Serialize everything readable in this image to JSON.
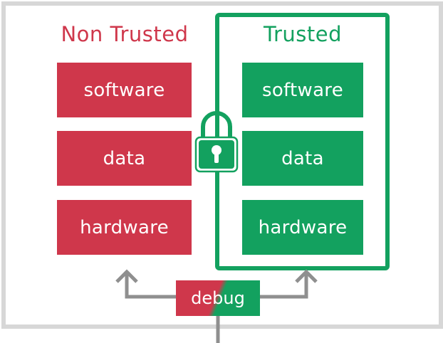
{
  "non_trusted": {
    "title": "Non Trusted",
    "blocks": [
      "software",
      "data",
      "hardware"
    ]
  },
  "trusted": {
    "title": "Trusted",
    "blocks": [
      "software",
      "data",
      "hardware"
    ]
  },
  "debug": {
    "label": "debug"
  },
  "icons": {
    "lock": "padlock-icon"
  },
  "colors": {
    "non_trusted": "#cf374b",
    "trusted": "#13a15f",
    "frame": "#d7d7d7",
    "arrow": "#8f8f8f"
  }
}
